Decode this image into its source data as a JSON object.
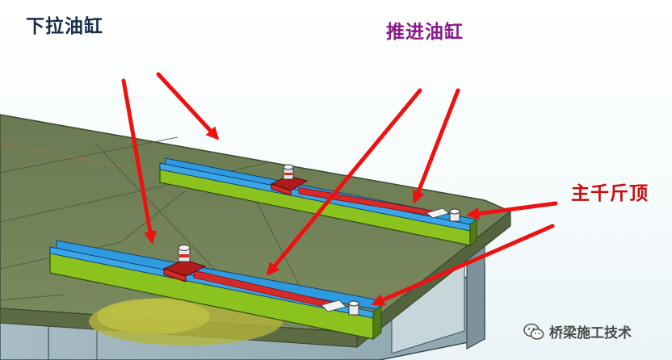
{
  "labels": {
    "pulldown_cylinder": "下拉油缸",
    "push_cylinder": "推进油缸",
    "main_jack": "主千斤顶"
  },
  "watermark": {
    "text": "桥梁施工技术",
    "icon": "wechat-icon"
  },
  "colors": {
    "pulldown_label": "#1a2a4a",
    "push_label": "#8a1a8a",
    "jack_label": "#cc0a0a",
    "arrow": "#ee1111",
    "deck": "#6f7e55",
    "rail_blue": "#2e9ae0",
    "rail_green": "#8cc21e",
    "cylinder_block": "#d42a2a"
  }
}
